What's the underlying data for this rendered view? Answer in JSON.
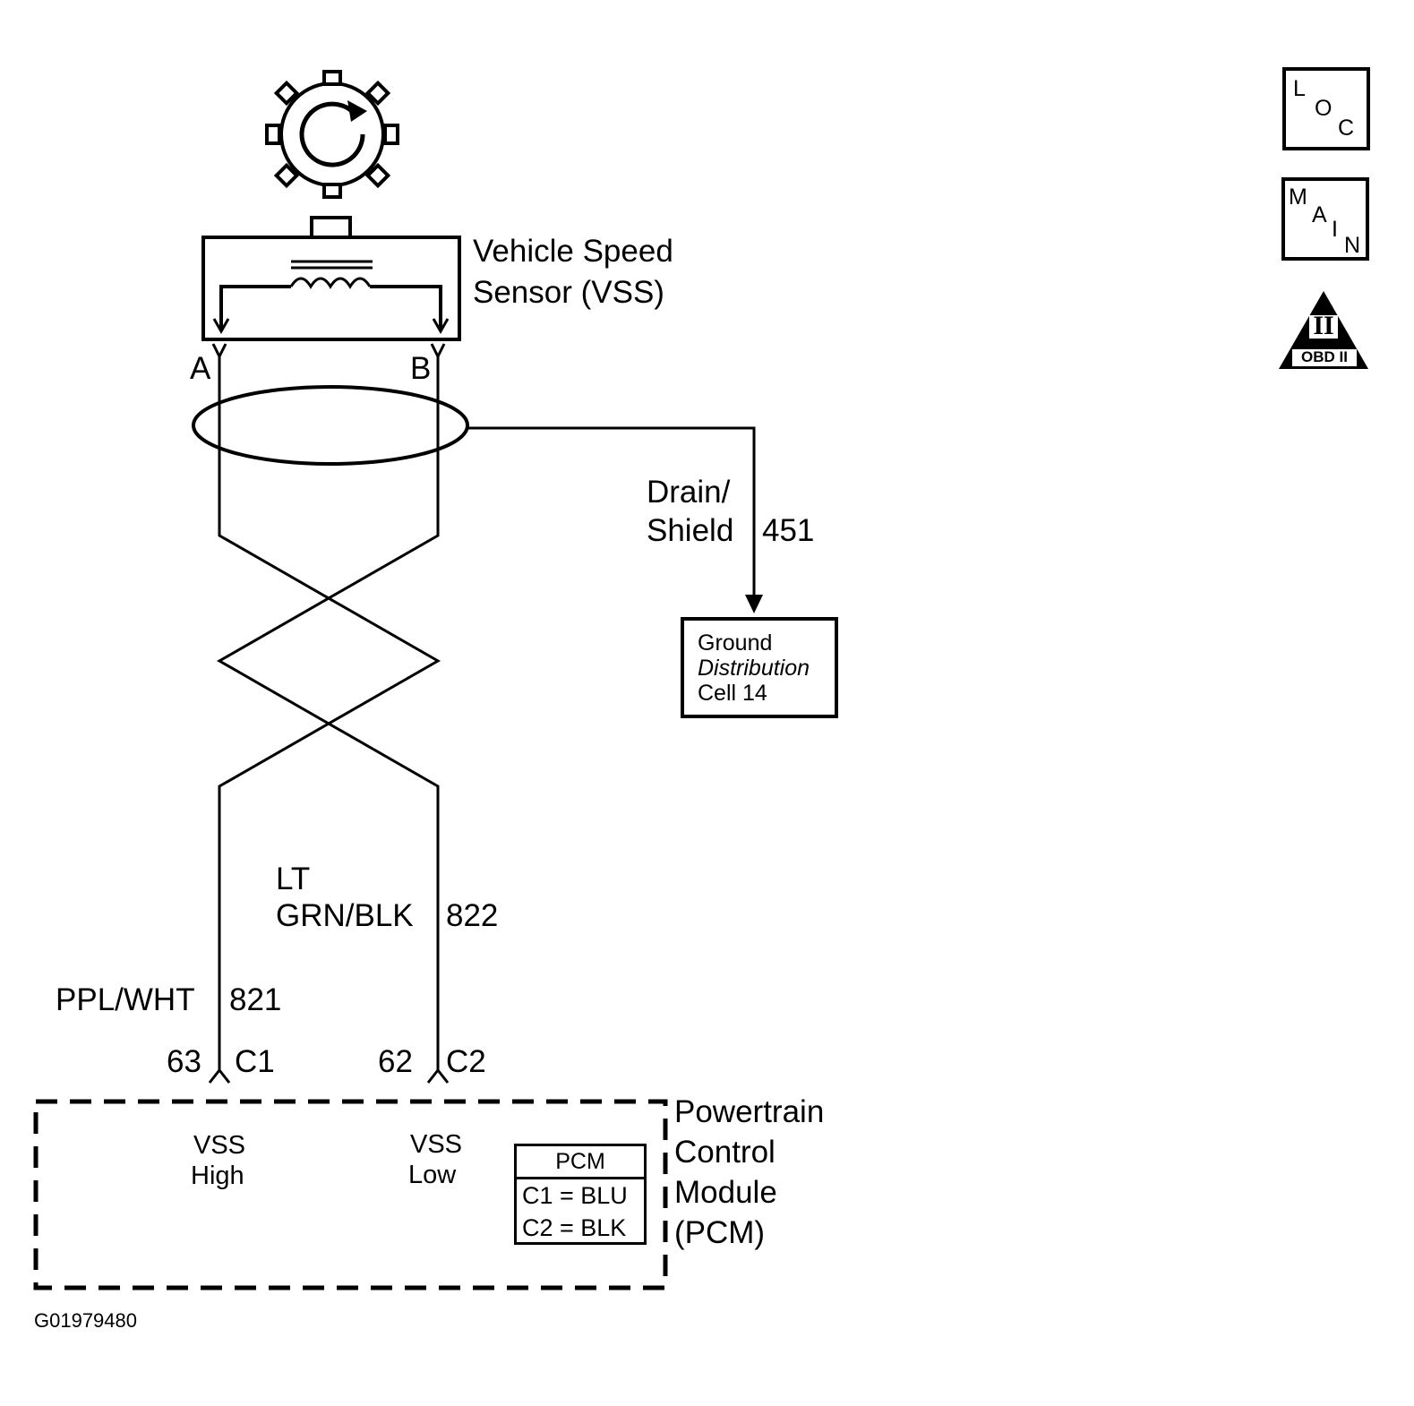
{
  "sensor": {
    "name_line1": "Vehicle Speed",
    "name_line2": "Sensor (VSS)",
    "terminal_a": "A",
    "terminal_b": "B"
  },
  "drain": {
    "label_line1": "Drain/",
    "label_line2": "Shield",
    "circuit": "451"
  },
  "ground": {
    "line1": "Ground",
    "line2": "Distribution",
    "line3": "Cell 14"
  },
  "wire_low": {
    "color_line1": "LT",
    "color_line2": "GRN/BLK",
    "circuit": "822"
  },
  "wire_high": {
    "color": "PPL/WHT",
    "circuit": "821"
  },
  "pcm_pins": {
    "high_pin": "63",
    "high_conn": "C1",
    "low_pin": "62",
    "low_conn": "C2"
  },
  "pcm": {
    "name_line1": "Powertrain",
    "name_line2": "Control",
    "name_line3": "Module",
    "name_line4": "(PCM)",
    "vss_high_line1": "VSS",
    "vss_high_line2": "High",
    "vss_low_line1": "VSS",
    "vss_low_line2": "Low",
    "table_header": "PCM",
    "table_row1": "C1 = BLU",
    "table_row2": "C2 = BLK"
  },
  "icons": {
    "loc": [
      "L",
      "O",
      "C"
    ],
    "main": [
      "M",
      "A",
      "I",
      "N"
    ],
    "obd_numeral": "II",
    "obd_label": "OBD II"
  },
  "figure_id": "G01979480"
}
